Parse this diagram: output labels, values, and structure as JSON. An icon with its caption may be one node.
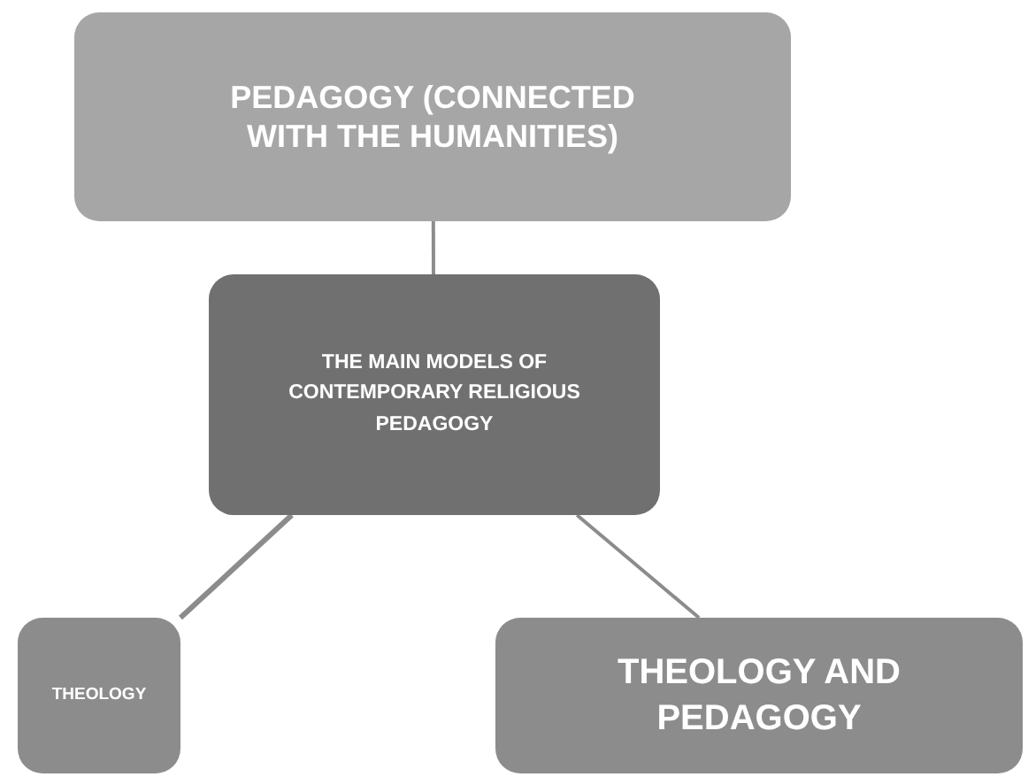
{
  "diagram": {
    "nodes": [
      {
        "text": [
          "PEDAGOGY (CONNECTED WITH THE HUMANITIES)"
        ]
      },
      {
        "text": [
          "THE MAIN MODELS OF CONTEMPORARY RELIGIOUS PEDAGOGY"
        ]
      },
      {
        "text": [
          "THEOLOGY"
        ]
      },
      {
        "text": [
          "THEOLOGY AND PEDAGOGY"
        ]
      }
    ],
    "edges": [
      {
        "from": 0,
        "to": 1,
        "arrow": "none"
      },
      {
        "from": 1,
        "to": 2,
        "arrow": "none"
      },
      {
        "from": 1,
        "to": 3,
        "arrow": "none"
      }
    ]
  }
}
